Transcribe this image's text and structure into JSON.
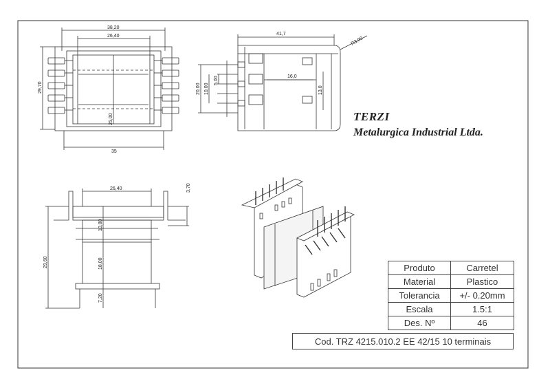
{
  "company": {
    "name": "TERZI",
    "subtitle": "Metalurgica Industrial Ltda."
  },
  "dimensions": {
    "top_view": {
      "overall_width": "38,20",
      "inner_width": "26,40",
      "height": "29,70",
      "center": "25,00",
      "base_width": "35"
    },
    "side_view": {
      "length": "41,7",
      "radius": "R3,00",
      "h20": "20,00",
      "h10": "10,00",
      "pitch": "5,00",
      "inner": "16,0",
      "h13": "13,0"
    },
    "front_view": {
      "width": "26,40",
      "pin": "3,70",
      "height": "29,60",
      "upper": "10,80",
      "window": "18,00",
      "lower": "7,20"
    }
  },
  "title_block": {
    "rows": [
      {
        "key": "Produto",
        "value": "Carretel"
      },
      {
        "key": "Material",
        "value": "Plastico"
      },
      {
        "key": "Tolerancia",
        "value": "+/-  0.20mm"
      },
      {
        "key": "Escala",
        "value": "1.5:1"
      },
      {
        "key": "Des. Nº",
        "value": "46"
      }
    ],
    "code": "Cod. TRZ 4215.010.2 EE 42/15 10 terminais"
  }
}
